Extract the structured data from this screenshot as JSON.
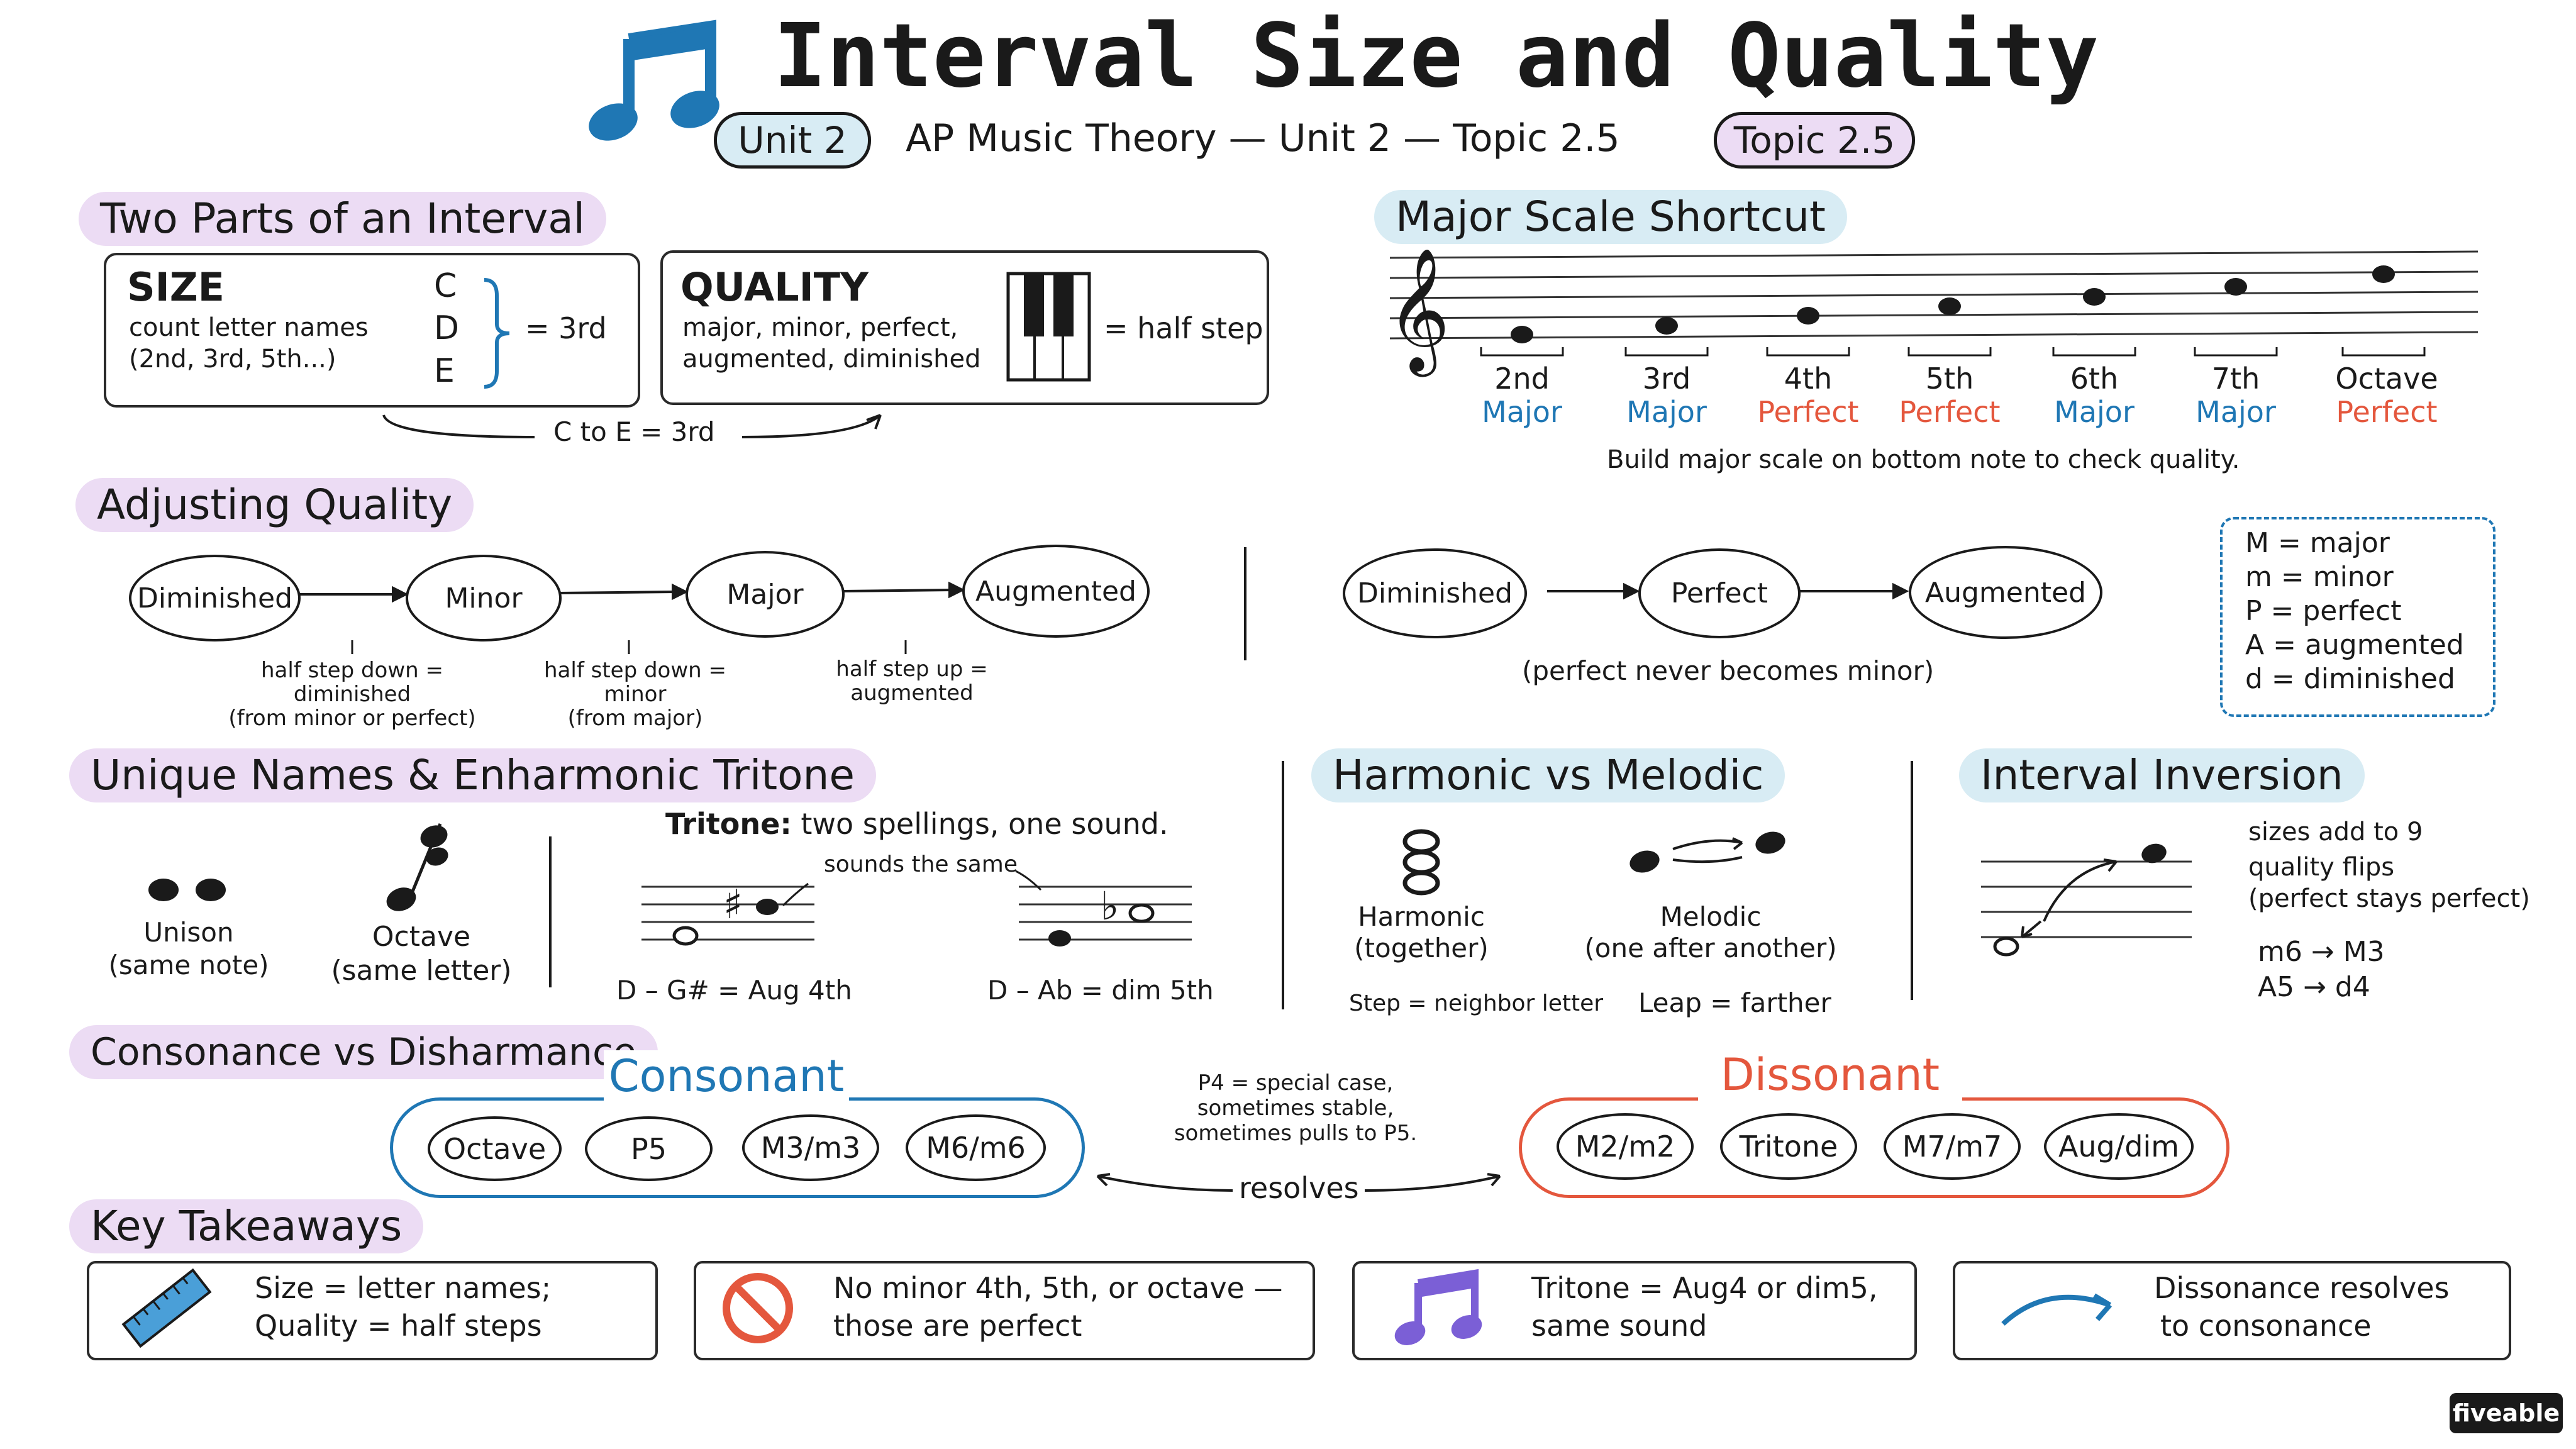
{
  "header": {
    "title": "Interval Size and Quality",
    "subtitle": "AP Music Theory — Unit 2 — Topic 2.5",
    "unit_badge": "Unit 2",
    "topic_badge": "Topic 2.5"
  },
  "two_parts": {
    "heading": "Two Parts of an Interval",
    "size_title": "SIZE",
    "size_desc1": "count letter names",
    "size_desc2": "(2nd, 3rd, 5th...)",
    "letters": [
      "C",
      "D",
      "E"
    ],
    "size_eq": "= 3rd",
    "quality_title": "QUALITY",
    "quality_desc1": "major, minor, perfect,",
    "quality_desc2": "augmented, diminished",
    "quality_eq": "= half step",
    "arrow_label": "C to E = 3rd"
  },
  "major_scale": {
    "heading": "Major Scale Shortcut",
    "intervals": [
      {
        "name": "2nd",
        "quality": "Major"
      },
      {
        "name": "3rd",
        "quality": "Major"
      },
      {
        "name": "4th",
        "quality": "Perfect"
      },
      {
        "name": "5th",
        "quality": "Perfect"
      },
      {
        "name": "6th",
        "quality": "Major"
      },
      {
        "name": "7th",
        "quality": "Major"
      },
      {
        "name": "Octave",
        "quality": "Perfect"
      }
    ],
    "caption": "Build major scale on bottom note to check quality."
  },
  "adjusting": {
    "heading": "Adjusting Quality",
    "chain1": [
      "Diminished",
      "Minor",
      "Major",
      "Augmented"
    ],
    "note1a": "half step down =",
    "note1b": "diminished",
    "note1c": "(from minor or perfect)",
    "note2a": "half step down =",
    "note2b": "minor",
    "note2c": "(from major)",
    "note3a": "half step up =",
    "note3b": "augmented",
    "chain2": [
      "Diminished",
      "Perfect",
      "Augmented"
    ],
    "chain2_note": "(perfect never becomes minor)",
    "legend": [
      "M = major",
      "m = minor",
      "P = perfect",
      "A = augmented",
      "d = diminished"
    ]
  },
  "unique": {
    "heading": "Unique Names & Enharmonic Tritone",
    "unison_label": "Unison",
    "unison_sub": "(same note)",
    "octave_label": "Octave",
    "octave_sub": "(same letter)",
    "tritone_bold": "Tritone:",
    "tritone_text": "two spellings, one sound.",
    "sounds_same": "sounds the same",
    "aug4_label": "D – G# = Aug 4th",
    "dim5_label": "D – Ab = dim 5th"
  },
  "harmonic": {
    "heading": "Harmonic vs Melodic",
    "harmonic_label": "Harmonic",
    "harmonic_sub": "(together)",
    "melodic_label": "Melodic",
    "melodic_sub": "(one after another)",
    "step_text": "Step = neighbor letter",
    "leap_text": "Leap = farther"
  },
  "inversion": {
    "heading": "Interval Inversion",
    "line1": "sizes add to 9",
    "line2": "quality flips",
    "line3": "(perfect stays perfect)",
    "ex1": "m6 → M3",
    "ex2": "A5 → d4"
  },
  "consonance": {
    "heading": "Consonance vs Disharmance",
    "consonant_label": "Consonant",
    "consonant_items": [
      "Octave",
      "P5",
      "M3/m3",
      "M6/m6"
    ],
    "dissonant_label": "Dissonant",
    "dissonant_items": [
      "M2/m2",
      "Tritone",
      "M7/m7",
      "Aug/dim"
    ],
    "p4_note1": "P4 = special case,",
    "p4_note2": "sometimes stable,",
    "p4_note3": "sometimes pulls to P5.",
    "resolves": "resolves"
  },
  "takeaways": {
    "heading": "Key Takeaways",
    "items": [
      {
        "line1": "Size = letter names;",
        "line2": "Quality = half steps",
        "icon": "ruler-icon"
      },
      {
        "line1": "No minor 4th, 5th, or octave —",
        "line2": "those are perfect",
        "icon": "no-sign-icon"
      },
      {
        "line1": "Tritone = Aug4 or dim5,",
        "line2": "same sound",
        "icon": "music-note-icon"
      },
      {
        "line1": "Dissonance resolves",
        "line2": "to consonance",
        "icon": "curved-arrow-icon"
      }
    ]
  },
  "brand": "fiveable",
  "colors": {
    "blue": "#1f77b4",
    "orange": "#e4573d",
    "purple_bg": "#ecdcf4",
    "blue_bg": "#d8ecf4"
  }
}
